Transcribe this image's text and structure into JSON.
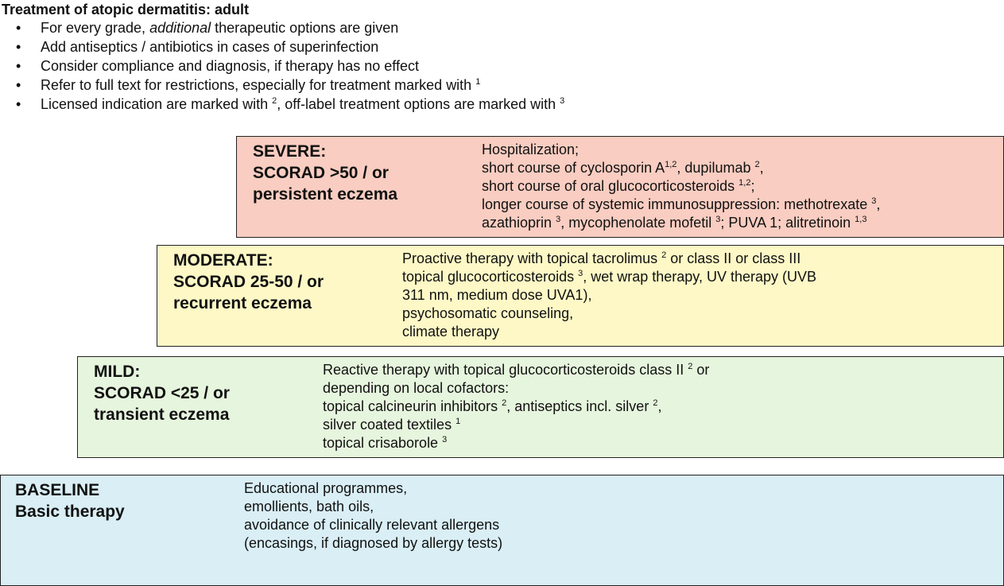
{
  "title": "Treatment of atopic dermatitis: adult",
  "bullets": [
    {
      "pre": "For every grade, ",
      "em": "additional",
      "post": " therapeutic options are given",
      "sup": "",
      "post2": "",
      "sup2": ""
    },
    {
      "pre": "Add antiseptics / antibiotics in cases of superinfection",
      "em": "",
      "post": "",
      "sup": "",
      "post2": "",
      "sup2": ""
    },
    {
      "pre": "Consider compliance and diagnosis, if therapy has no effect",
      "em": "",
      "post": "",
      "sup": "",
      "post2": "",
      "sup2": ""
    },
    {
      "pre": "Refer to full text for restrictions, especially for treatment marked with ",
      "em": "",
      "post": "",
      "sup": "1",
      "post2": "",
      "sup2": ""
    },
    {
      "pre": "Licensed indication are marked with ",
      "em": "",
      "post": "",
      "sup": "2",
      "post2": ", off-label treatment options are marked with ",
      "sup2": "3"
    }
  ],
  "bullet_symbol": "•",
  "severe": {
    "heading": [
      "SEVERE:",
      "SCORAD >50 / or",
      "persistent eczema"
    ],
    "lines": [
      [
        {
          "t": "Hospitalization;"
        }
      ],
      [
        {
          "t": "short course of cyclosporin A"
        },
        {
          "s": "1,2"
        },
        {
          "t": ", dupilumab "
        },
        {
          "s": "2"
        },
        {
          "t": ","
        }
      ],
      [
        {
          "t": "short course of oral glucocorticosteroids "
        },
        {
          "s": "1,2"
        },
        {
          "t": ";"
        }
      ],
      [
        {
          "t": "longer course of systemic immunosuppression: methotrexate "
        },
        {
          "s": "3"
        },
        {
          "t": ","
        }
      ],
      [
        {
          "t": "azathioprin "
        },
        {
          "s": "3"
        },
        {
          "t": ", mycophenolate mofetil "
        },
        {
          "s": "3"
        },
        {
          "t": ";  PUVA 1;  alitretinoin "
        },
        {
          "s": "1,3"
        }
      ]
    ],
    "color": "#f9cdc1"
  },
  "moderate": {
    "heading": [
      "MODERATE:",
      "SCORAD 25-50 / or",
      "recurrent eczema"
    ],
    "lines": [
      [
        {
          "t": "Proactive therapy with topical  tacrolimus "
        },
        {
          "s": "2"
        },
        {
          "t": " or class II or class III"
        }
      ],
      [
        {
          "t": "topical glucocorticosteroids "
        },
        {
          "s": "3"
        },
        {
          "t": ", wet wrap therapy, UV therapy (UVB"
        }
      ],
      [
        {
          "t": "311 nm, medium dose UVA1),"
        }
      ],
      [
        {
          "t": "psychosomatic counseling,"
        }
      ],
      [
        {
          "t": "climate therapy"
        }
      ]
    ],
    "color": "#fdf8c6"
  },
  "mild": {
    "heading": [
      "MILD:",
      "SCORAD <25 / or",
      "transient eczema"
    ],
    "lines": [
      [
        {
          "t": "Reactive therapy with topical glucocorticosteroids class II "
        },
        {
          "s": "2"
        },
        {
          "t": " or"
        }
      ],
      [
        {
          "t": "depending on local cofactors:"
        }
      ],
      [
        {
          "t": "topical calcineurin inhibitors "
        },
        {
          "s": "2"
        },
        {
          "t": ", antiseptics incl. silver "
        },
        {
          "s": "2"
        },
        {
          "t": ","
        }
      ],
      [
        {
          "t": "silver coated textiles "
        },
        {
          "s": "1"
        }
      ],
      [
        {
          "t": "topical crisaborole "
        },
        {
          "s": "3"
        }
      ]
    ],
    "color": "#e6f5dd"
  },
  "baseline": {
    "heading": [
      "BASELINE",
      "Basic therapy"
    ],
    "lines": [
      [
        {
          "t": "Educational programmes,"
        }
      ],
      [
        {
          "t": "emollients, bath oils,"
        }
      ],
      [
        {
          "t": "avoidance of clinically relevant allergens"
        }
      ],
      [
        {
          "t": "(encasings, if diagnosed by allergy tests)"
        }
      ]
    ],
    "color": "#d9eef5"
  }
}
